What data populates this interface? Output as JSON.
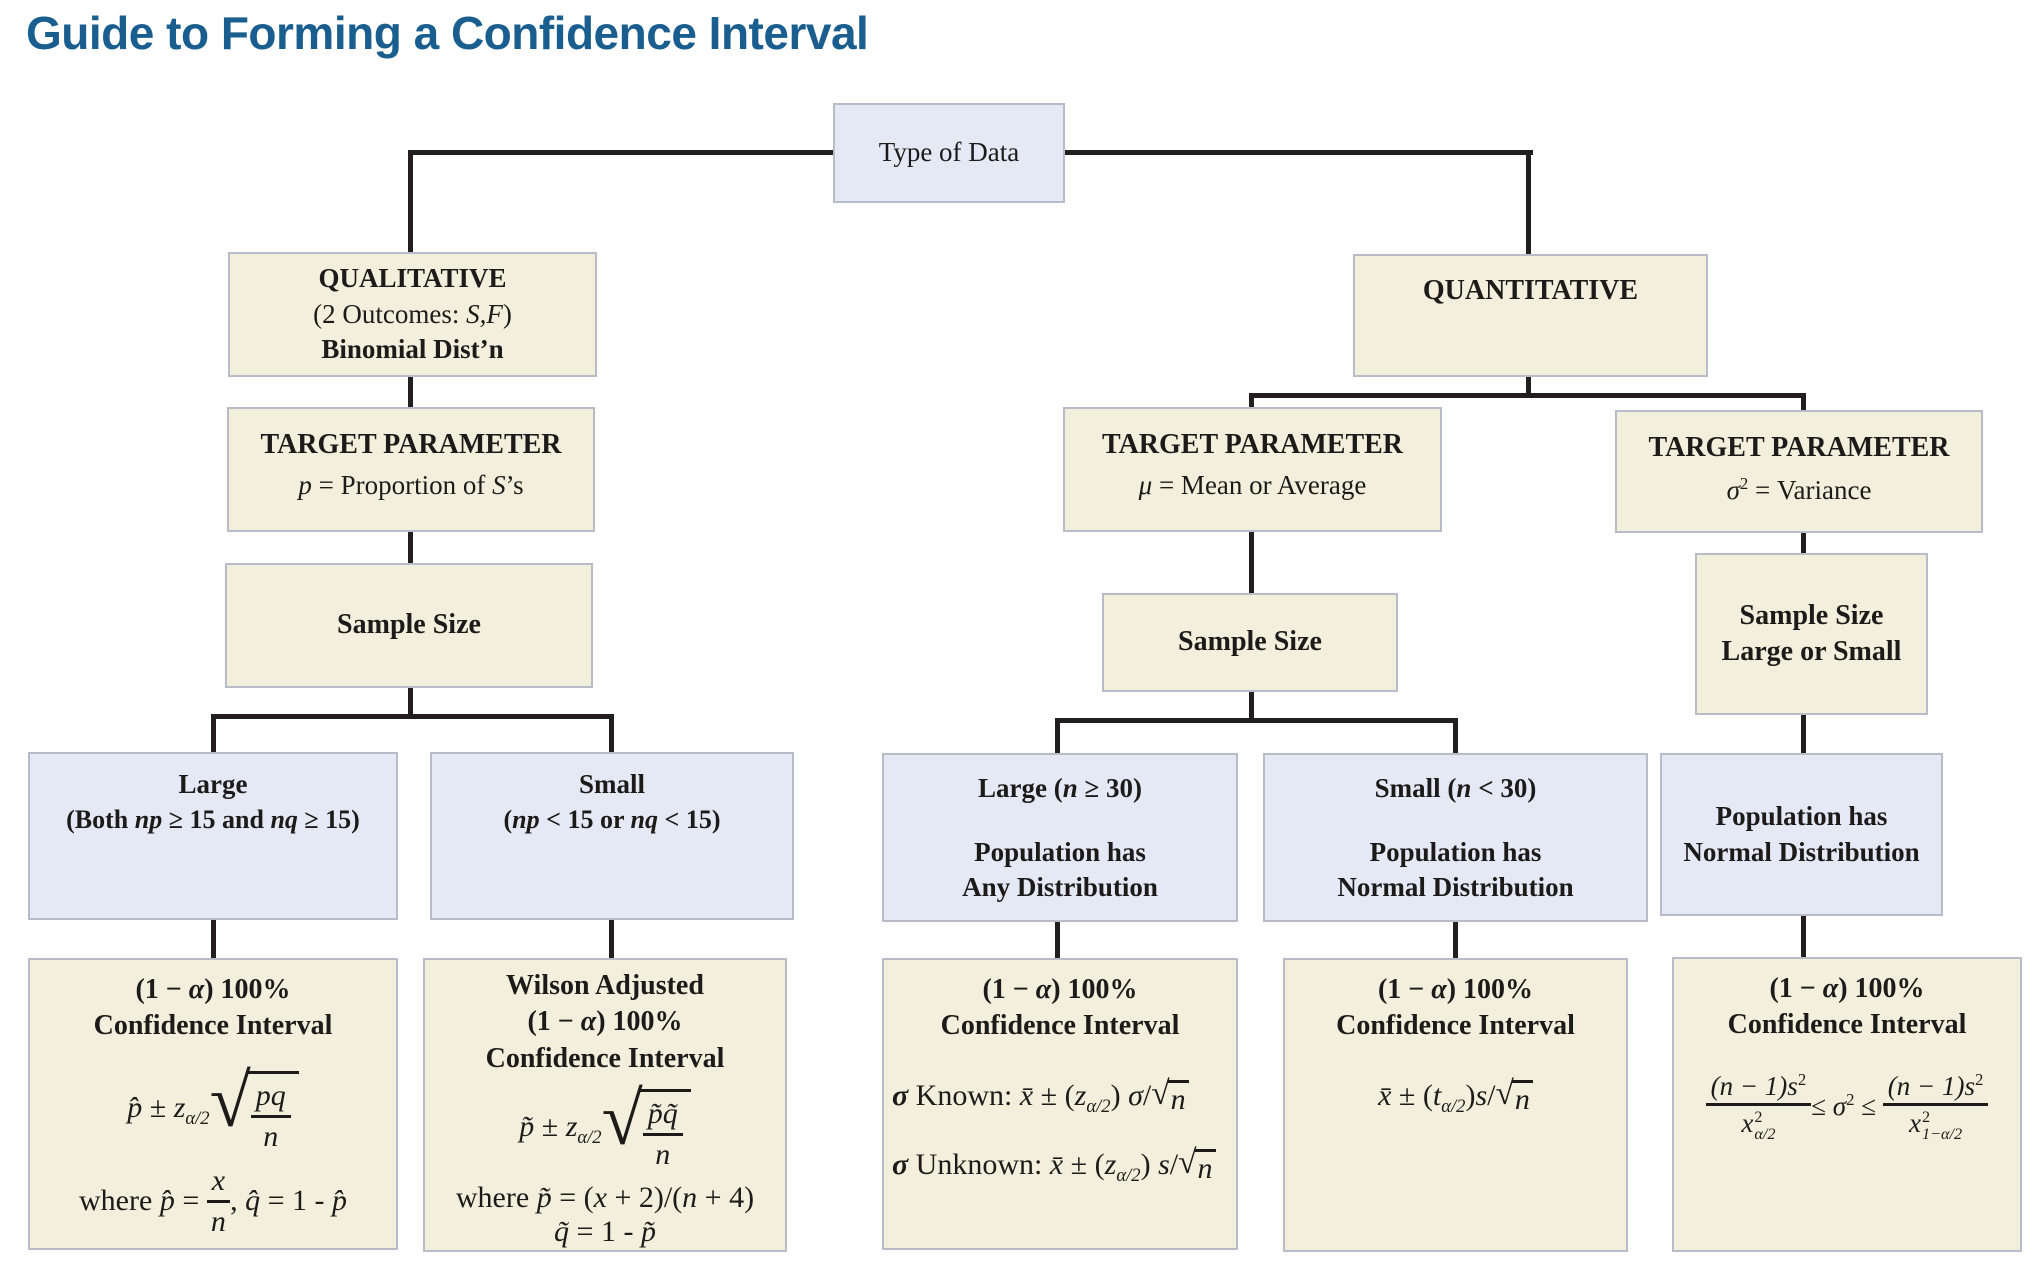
{
  "title": "Guide to Forming a Confidence Interval",
  "colors": {
    "cream": "#f2efdc",
    "blue": "#e5e9f5",
    "border": "#b8bcc8",
    "line": "#231f20",
    "title_blue": "#195e8e"
  },
  "root": {
    "label": "Type of Data"
  },
  "qualitative": {
    "l1": "QUALITATIVE",
    "l2a": "(2 Outcomes: ",
    "l2b": "S,F",
    "l2c": ")",
    "l3": "Binomial Dist’n"
  },
  "tp_p": {
    "l1": "TARGET PARAMETER",
    "a": "p",
    "b": " = Proportion of ",
    "c": "S",
    "d": "’s"
  },
  "ss_left": {
    "l1": "Sample Size"
  },
  "large_left": {
    "l1": "Large",
    "a": "(Both ",
    "b": "np",
    "c": " ≥ 15 and ",
    "d": "nq",
    "e": " ≥ 15)"
  },
  "small_left": {
    "l1": "Small",
    "a": "(",
    "b": "np",
    "c": " < 15 or ",
    "d": "nq",
    "e": " < 15)"
  },
  "quantitative": {
    "l1": "QUANTITATIVE"
  },
  "tp_mu": {
    "l1": "TARGET PARAMETER",
    "a": "μ",
    "b": " = Mean or Average"
  },
  "tp_var": {
    "l1": "TARGET PARAMETER",
    "a": "σ",
    "sup": "2",
    "b": " = Variance"
  },
  "ss_mid": {
    "l1": "Sample Size"
  },
  "ss_right": {
    "l1": "Sample Size",
    "l2": "Large or Small"
  },
  "large_n": {
    "a": "Large (",
    "b": "n",
    "c": " ≥ 30)",
    "l2": "Population has",
    "l3": "Any Distribution"
  },
  "small_n": {
    "a": "Small (",
    "b": "n",
    "c": " < 30)",
    "l2": "Population has",
    "l3": "Normal Distribution"
  },
  "pop_normal": {
    "l1": "Population has",
    "l2": "Normal Distribution"
  },
  "f1": {
    "h1a": "(1 − ",
    "h1b": "α",
    "h1c": ") 100%",
    "h2": "Confidence Interval",
    "phat": "p̂",
    "pm": " ± ",
    "z": "z",
    "zsub": "α/2",
    "radical": "√",
    "num": "pq",
    "den": "n",
    "w1": "where ",
    "w2": "p̂",
    "w3": " = ",
    "wx": "x",
    "wn": "n",
    "w4": ", ",
    "w5": "q̂",
    "w6": " = 1 - ",
    "w7": "p̂"
  },
  "f2": {
    "h0": "Wilson Adjusted",
    "h1a": "(1 − ",
    "h1b": "α",
    "h1c": ") 100%",
    "h2": "Confidence Interval",
    "ptilde": "p̃",
    "pm": " ± ",
    "z": "z",
    "zsub": "α/2",
    "radical": "√",
    "num": "p̃q̃",
    "den": "n",
    "w1": "where ",
    "w2": "p̃",
    "w3": " = (",
    "w4": "x",
    "w5": " + 2)/(",
    "w6": "n",
    "w7": " + 4)",
    "q1": "q̃",
    "q2": " = 1 - ",
    "q3": "p̃"
  },
  "f3": {
    "h1a": "(1 − ",
    "h1b": "α",
    "h1c": ") 100%",
    "h2": "Confidence Interval",
    "k_sym": "σ",
    "k_lab": " Known: ",
    "u_sym": "σ",
    "u_lab": " Unknown: ",
    "xbar": "x̄",
    "pm": " ± (",
    "z": "z",
    "zsub": "α/2",
    "cp": ") ",
    "sig": "σ",
    "s": "s",
    "slash": "/",
    "radical": "√",
    "n": "n"
  },
  "f4": {
    "h1a": "(1 − ",
    "h1b": "α",
    "h1c": ") 100%",
    "h2": "Confidence Interval",
    "xbar": "x̄",
    "pm": " ± (",
    "t": "t",
    "tsub": "α/2",
    "cp": ")",
    "s": "s",
    "slash": "/",
    "radical": "√",
    "n": "n"
  },
  "f5": {
    "h1a": "(1 − ",
    "h1b": "α",
    "h1c": ") 100%",
    "h2": "Confidence Interval",
    "num": "(n − 1)s",
    "numsup": "2",
    "chi": "x",
    "chisup": "2",
    "chisub1": "α/2",
    "chisub2": "1−α/2",
    "le1": "≤ ",
    "sig": "σ",
    "sigsup": "2",
    "le2": " ≤ "
  }
}
